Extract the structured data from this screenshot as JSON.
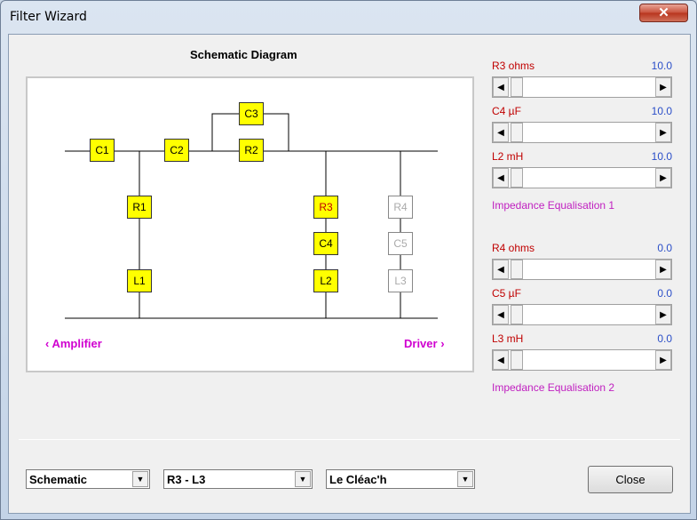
{
  "window": {
    "title": "Filter Wizard",
    "close_glyph": "✕"
  },
  "schematic": {
    "title": "Schematic Diagram",
    "components": {
      "c1": "C1",
      "c2": "C2",
      "c3": "C3",
      "r2": "R2",
      "r1": "R1",
      "l1": "L1",
      "r3": "R3",
      "c4": "C4",
      "l2": "L2",
      "r4": "R4",
      "c5": "C5",
      "l3": "L3"
    },
    "amplifier": "‹  Amplifier",
    "driver": "Driver  ›"
  },
  "params": [
    {
      "label": "R3  ohms",
      "value": "10.0",
      "level": 0.0
    },
    {
      "label": "C4  µF",
      "value": "10.0",
      "level": 0.0
    },
    {
      "label": "L2  mH",
      "value": "10.0",
      "level": 0.0
    },
    {
      "label": "R4  ohms",
      "value": "0.0",
      "level": 0.0
    },
    {
      "label": "C5  µF",
      "value": "0.0",
      "level": 0.0
    },
    {
      "label": "L3  mH",
      "value": "0.0",
      "level": 0.0
    }
  ],
  "groups": {
    "eq1": "Impedance Equalisation 1",
    "eq2": "Impedance Equalisation 2"
  },
  "combos": {
    "view": "Schematic",
    "range": "R3 - L3",
    "type": "Le Cléac'h"
  },
  "close_label": "Close",
  "colors": {
    "component_active": "#ffff00",
    "nav": "#d000d0",
    "param_label": "#c00000",
    "param_value": "#2a4ec8",
    "group": "#c020c0"
  },
  "icons": {
    "left": "left-arrow-icon",
    "right": "right-arrow-icon",
    "drop": "dropdown-arrow-icon"
  }
}
